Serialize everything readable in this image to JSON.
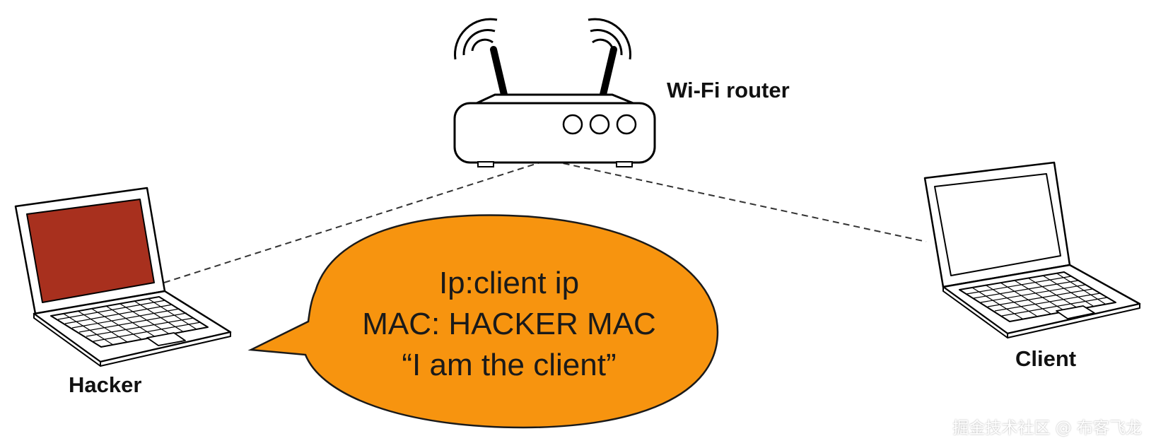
{
  "router": {
    "label": "Wi-Fi router"
  },
  "hacker": {
    "label": "Hacker",
    "screen_color": "#A8301E"
  },
  "client": {
    "label": "Client",
    "screen_color": "#FFFFFF"
  },
  "bubble": {
    "color": "#F7940F",
    "lines": [
      "Ip:client ip",
      "MAC: HACKER MAC",
      "“I am the client”"
    ]
  },
  "watermark": {
    "text": "掘金技术社区 @ 布客飞龙"
  }
}
